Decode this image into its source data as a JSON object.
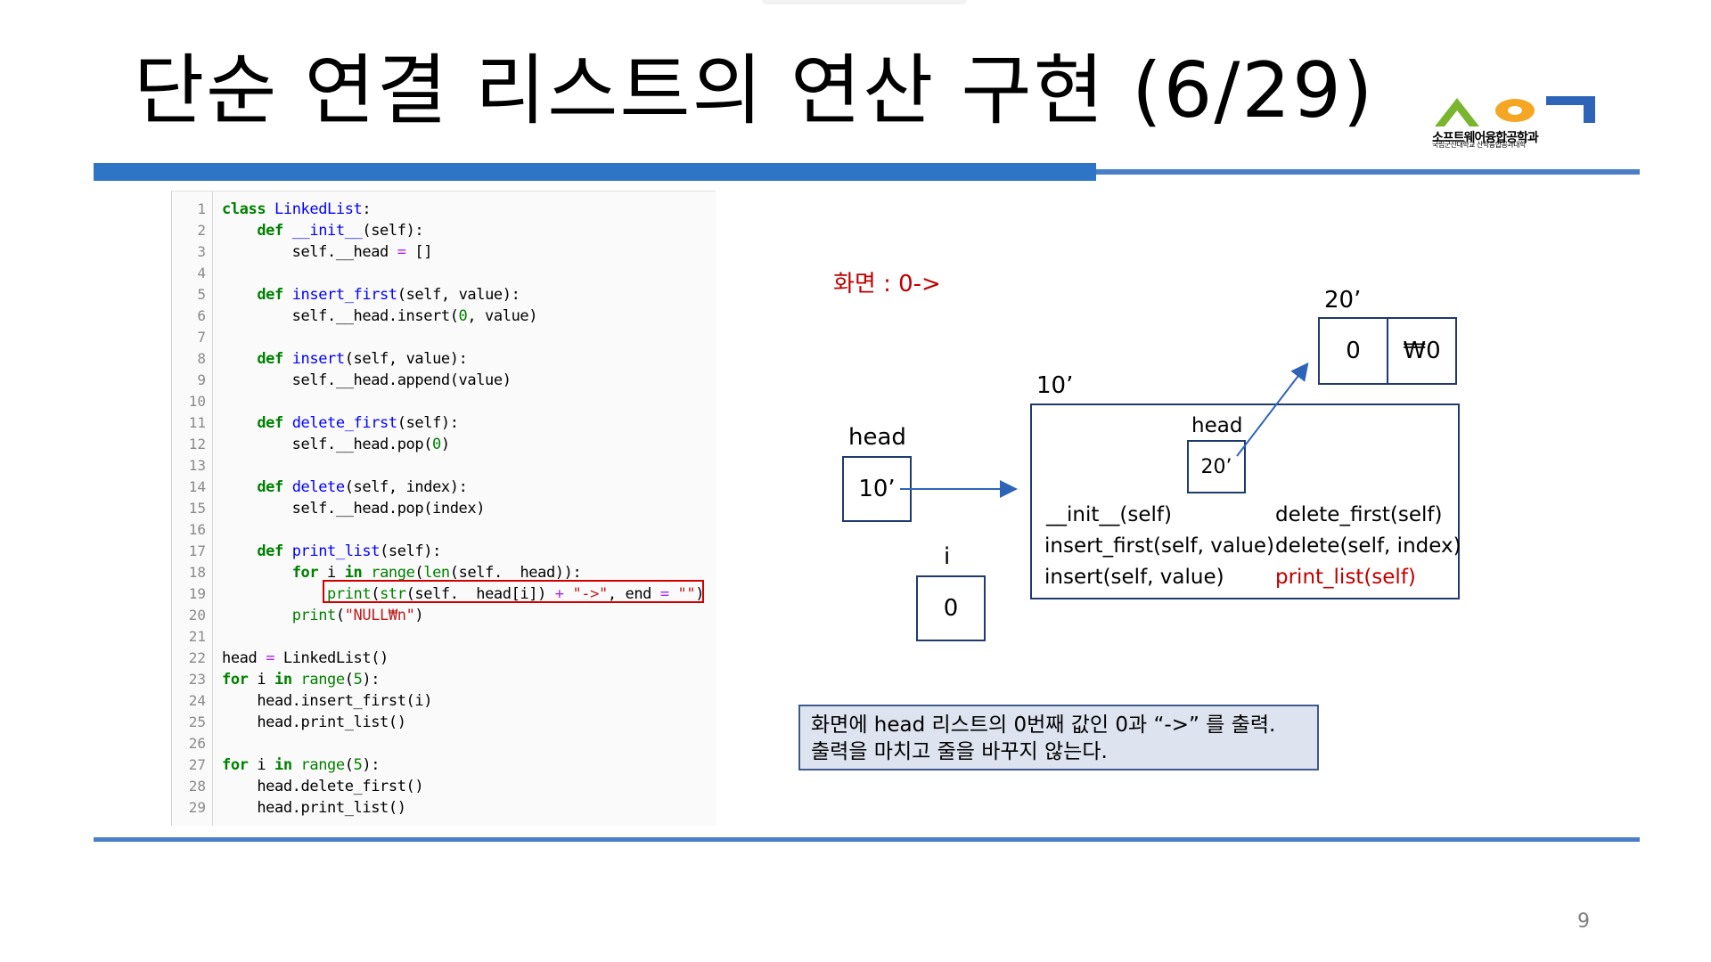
{
  "title": "단순 연결 리스트의 연산 구현 (6/29)",
  "logo": {
    "caption_line1": "소프트웨어융합공학과",
    "caption_line2": "국립군산대학교 산학융합공과대학",
    "colors": {
      "green": "#7ab52f",
      "orange": "#f5a623",
      "blue": "#2e64b8"
    }
  },
  "code": {
    "line_numbers": [
      "1",
      "2",
      "3",
      "4",
      "5",
      "6",
      "7",
      "8",
      "9",
      "10",
      "11",
      "12",
      "13",
      "14",
      "15",
      "16",
      "17",
      "18",
      "19",
      "20",
      "21",
      "22",
      "23",
      "24",
      "25",
      "26",
      "27",
      "28",
      "29"
    ],
    "lines": [
      "class LinkedList:",
      "    def __init__(self):",
      "        self.__head = []",
      "",
      "    def insert_first(self, value):",
      "        self.__head.insert(0, value)",
      "",
      "    def insert(self, value):",
      "        self.__head.append(value)",
      "",
      "    def delete_first(self):",
      "        self.__head.pop(0)",
      "",
      "    def delete(self, index):",
      "        self.__head.pop(index)",
      "",
      "    def print_list(self):",
      "        for i in range(len(self.__head)):",
      "            print(str(self.__head[i]) + \"->\", end = \"\")",
      "        print(\"NULL₩n\")",
      "",
      "head = LinkedList()",
      "for i in range(5):",
      "    head.insert_first(i)",
      "    head.print_list()",
      "",
      "for i in range(5):",
      "    head.delete_first()",
      "    head.print_list()"
    ]
  },
  "diagram": {
    "screen_output": "화면 : 0->",
    "head_var_label": "head",
    "head_var_value": "10’",
    "i_var_label": "i",
    "i_var_value": "0",
    "object_addr": "10’",
    "object_head_label": "head",
    "object_head_value": "20’",
    "list_addr": "20’",
    "list_cells": [
      "0",
      "₩0"
    ],
    "methods": {
      "init": "__init__(self)",
      "insert_first": "insert_first(self, value)",
      "insert": "insert(self, value)",
      "delete_first": "delete_first(self)",
      "delete": "delete(self, index)",
      "print_list": "print_list(self)"
    },
    "highlight_color": "#c00000"
  },
  "note": {
    "line1": "화면에 head 리스트의 0번째 값인 0과 “->” 를 출력.",
    "line2": "출력을 마치고 줄을 바꾸지 않는다."
  },
  "page_number": "9"
}
